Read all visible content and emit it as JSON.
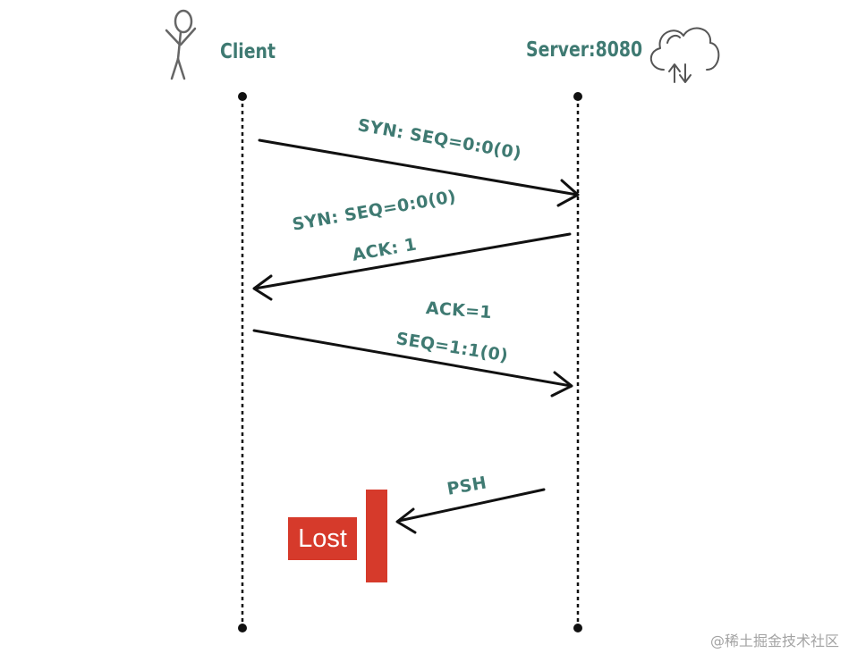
{
  "actors": {
    "client": {
      "label": "Client"
    },
    "server": {
      "label": "Server:8080"
    }
  },
  "messages": [
    {
      "lines": [
        "SYN:  SEQ=0:0(0)"
      ],
      "direction": "client-to-server"
    },
    {
      "lines": [
        "SYN:  SEQ=0:0(0)",
        "ACK:  1"
      ],
      "direction": "server-to-client"
    },
    {
      "lines": [
        "ACK=1",
        "SEQ=1:1(0)"
      ],
      "direction": "client-to-server"
    },
    {
      "lines": [
        "PSH"
      ],
      "direction": "server-to-client",
      "lost": true
    }
  ],
  "lost": {
    "label": "Lost",
    "color": "#d63a2b"
  },
  "colors": {
    "text": "#3f7a72",
    "lines": "#111111",
    "icons": "#666666"
  },
  "icons": {
    "client": "stick-figure-icon",
    "server": "cloud-transfer-icon"
  },
  "watermark": "@稀土掘金技术社区"
}
